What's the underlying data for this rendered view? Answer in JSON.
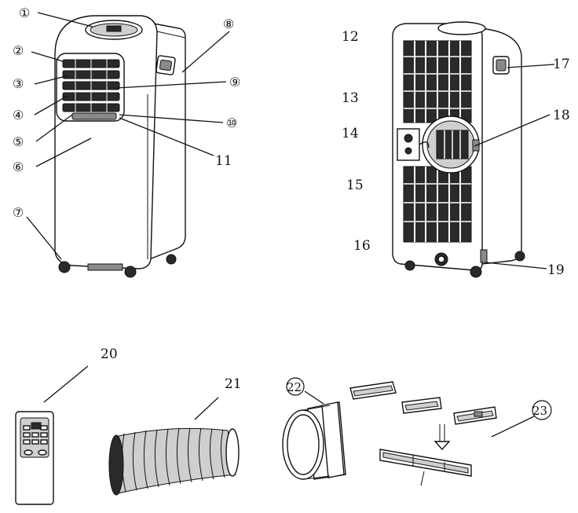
{
  "labels": {
    "l1": "①",
    "l2": "②",
    "l3": "③",
    "l4": "④",
    "l5": "⑤",
    "l6": "⑥",
    "l7": "⑦",
    "l8": "⑧",
    "l9": "⑨",
    "l10": "⑩",
    "l11": "11",
    "l12": "12",
    "l13": "13",
    "l14": "14",
    "l15": "15",
    "l16": "16",
    "l17": "17",
    "l18": "18",
    "l19": "19",
    "l20": "20",
    "l21": "21",
    "l22": "22",
    "l23": "23"
  },
  "colors": {
    "line": "#111111",
    "grille": "#2a2a2a",
    "shade": "#cfcfcf",
    "background": "#ffffff"
  }
}
